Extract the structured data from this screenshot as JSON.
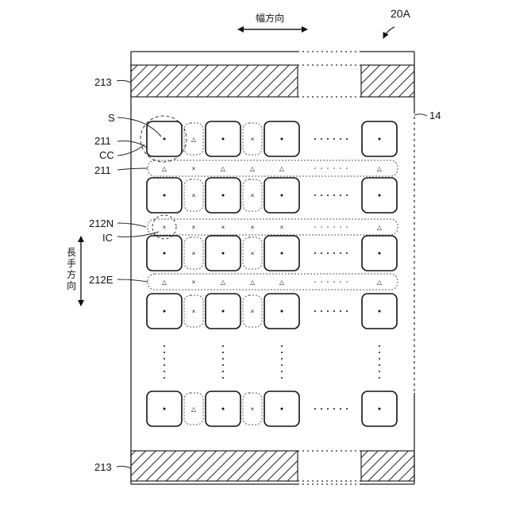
{
  "figure": {
    "ref_main": "20A",
    "ref_substrate": "14",
    "ref_band_top": "213",
    "ref_band_bottom": "213",
    "ref_S": "S",
    "ref_211a": "211",
    "ref_CC": "CC",
    "ref_211b": "211",
    "ref_212N": "212N",
    "ref_IC": "IC",
    "ref_212E": "212E",
    "width_direction": "幅方向",
    "length_direction_chars": [
      "長",
      "手",
      "方",
      "向"
    ]
  },
  "symbols": {
    "triangle": "△",
    "cross": "×"
  }
}
